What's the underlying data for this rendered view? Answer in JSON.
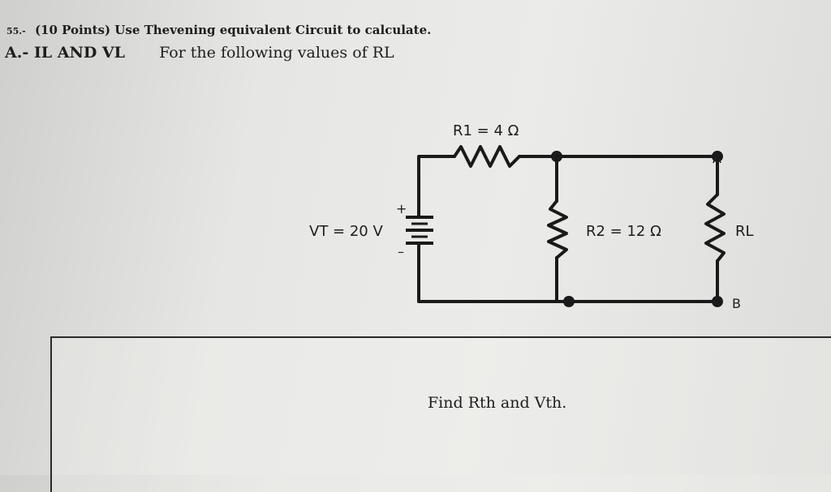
{
  "question": {
    "number": "55.-",
    "header": "(10 Points) Use Thevening equivalent Circuit to calculate.",
    "part": "A.- IL AND VL",
    "prompt": "For the following values of RL"
  },
  "circuit": {
    "r1_label": "R1 = 4 Ω",
    "source_label": "VT = 20 V",
    "plus_sign": "+",
    "minus_sign": "–",
    "r2_label": "R2 = 12 Ω",
    "rl_label": "RL",
    "node_a": "A",
    "node_b": "B"
  },
  "answer_box": {
    "text": "Find Rth and Vth."
  }
}
